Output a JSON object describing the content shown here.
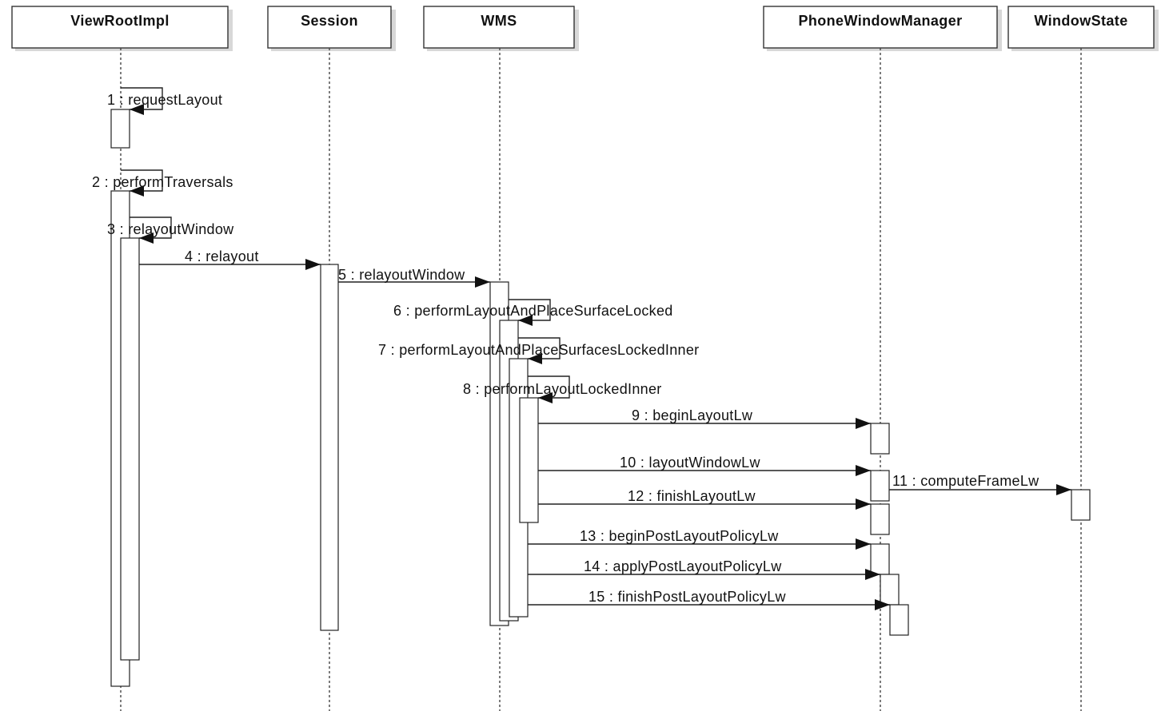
{
  "participants": [
    {
      "id": "viewrootimpl",
      "label": "ViewRootImpl"
    },
    {
      "id": "session",
      "label": "Session"
    },
    {
      "id": "wms",
      "label": "WMS"
    },
    {
      "id": "phonewindowmanager",
      "label": "PhoneWindowManager"
    },
    {
      "id": "windowstate",
      "label": "WindowState"
    }
  ],
  "messages": [
    {
      "id": "m1",
      "label": "1 : requestLayout",
      "from": "viewrootimpl",
      "to": "viewrootimpl"
    },
    {
      "id": "m2",
      "label": "2 : performTraversals",
      "from": "viewrootimpl",
      "to": "viewrootimpl"
    },
    {
      "id": "m3",
      "label": "3 : relayoutWindow",
      "from": "viewrootimpl",
      "to": "viewrootimpl"
    },
    {
      "id": "m4",
      "label": "4 : relayout",
      "from": "viewrootimpl",
      "to": "session"
    },
    {
      "id": "m5",
      "label": "5 : relayoutWindow",
      "from": "session",
      "to": "wms"
    },
    {
      "id": "m6",
      "label": "6 : performLayoutAndPlaceSurfaceLocked",
      "from": "wms",
      "to": "wms"
    },
    {
      "id": "m7",
      "label": "7 : performLayoutAndPlaceSurfacesLockedInner",
      "from": "wms",
      "to": "wms"
    },
    {
      "id": "m8",
      "label": "8 : performLayoutLockedInner",
      "from": "wms",
      "to": "wms"
    },
    {
      "id": "m9",
      "label": "9 : beginLayoutLw",
      "from": "wms",
      "to": "phonewindowmanager"
    },
    {
      "id": "m10",
      "label": "10 : layoutWindowLw",
      "from": "wms",
      "to": "phonewindowmanager"
    },
    {
      "id": "m11",
      "label": "11 : computeFrameLw",
      "from": "phonewindowmanager",
      "to": "windowstate"
    },
    {
      "id": "m12",
      "label": "12 : finishLayoutLw",
      "from": "wms",
      "to": "phonewindowmanager"
    },
    {
      "id": "m13",
      "label": "13 : beginPostLayoutPolicyLw",
      "from": "wms",
      "to": "phonewindowmanager"
    },
    {
      "id": "m14",
      "label": "14 : applyPostLayoutPolicyLw",
      "from": "wms",
      "to": "phonewindowmanager"
    },
    {
      "id": "m15",
      "label": "15 : finishPostLayoutPolicyLw",
      "from": "wms",
      "to": "phonewindowmanager"
    }
  ]
}
